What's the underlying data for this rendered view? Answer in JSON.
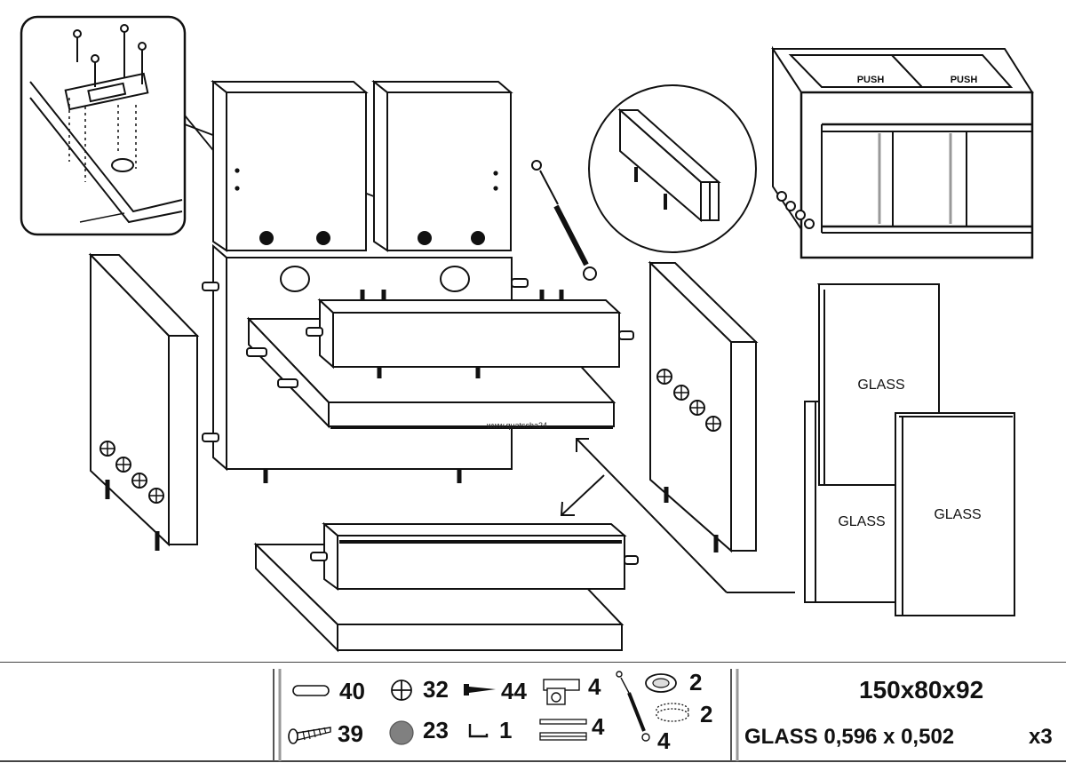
{
  "door_labels": {
    "push_left": "PUSH",
    "push_right": "PUSH"
  },
  "glass_labels": [
    "GLASS",
    "GLASS",
    "GLASS"
  ],
  "watermark": "www.quatscha24",
  "hardware": [
    {
      "icon": "dowel-icon",
      "count": "40"
    },
    {
      "icon": "cam-bolt-icon",
      "count": "32"
    },
    {
      "icon": "nail-icon",
      "count": "44"
    },
    {
      "icon": "hinge-icon",
      "count": "4"
    },
    {
      "icon": "grommet-icon",
      "count": "2"
    },
    {
      "icon": "screw-icon",
      "count": "39"
    },
    {
      "icon": "cap-icon",
      "count": "23"
    },
    {
      "icon": "hex-key-icon",
      "count": "1"
    },
    {
      "icon": "rail-icon",
      "count": "4"
    },
    {
      "icon": "gas-strut-icon",
      "count": "4"
    },
    {
      "icon": "grommet-ring-icon",
      "count": "2"
    }
  ],
  "spec": {
    "dimensions": "150x80x92",
    "glass": "GLASS 0,596 x 0,502",
    "glass_qty": "x3"
  }
}
